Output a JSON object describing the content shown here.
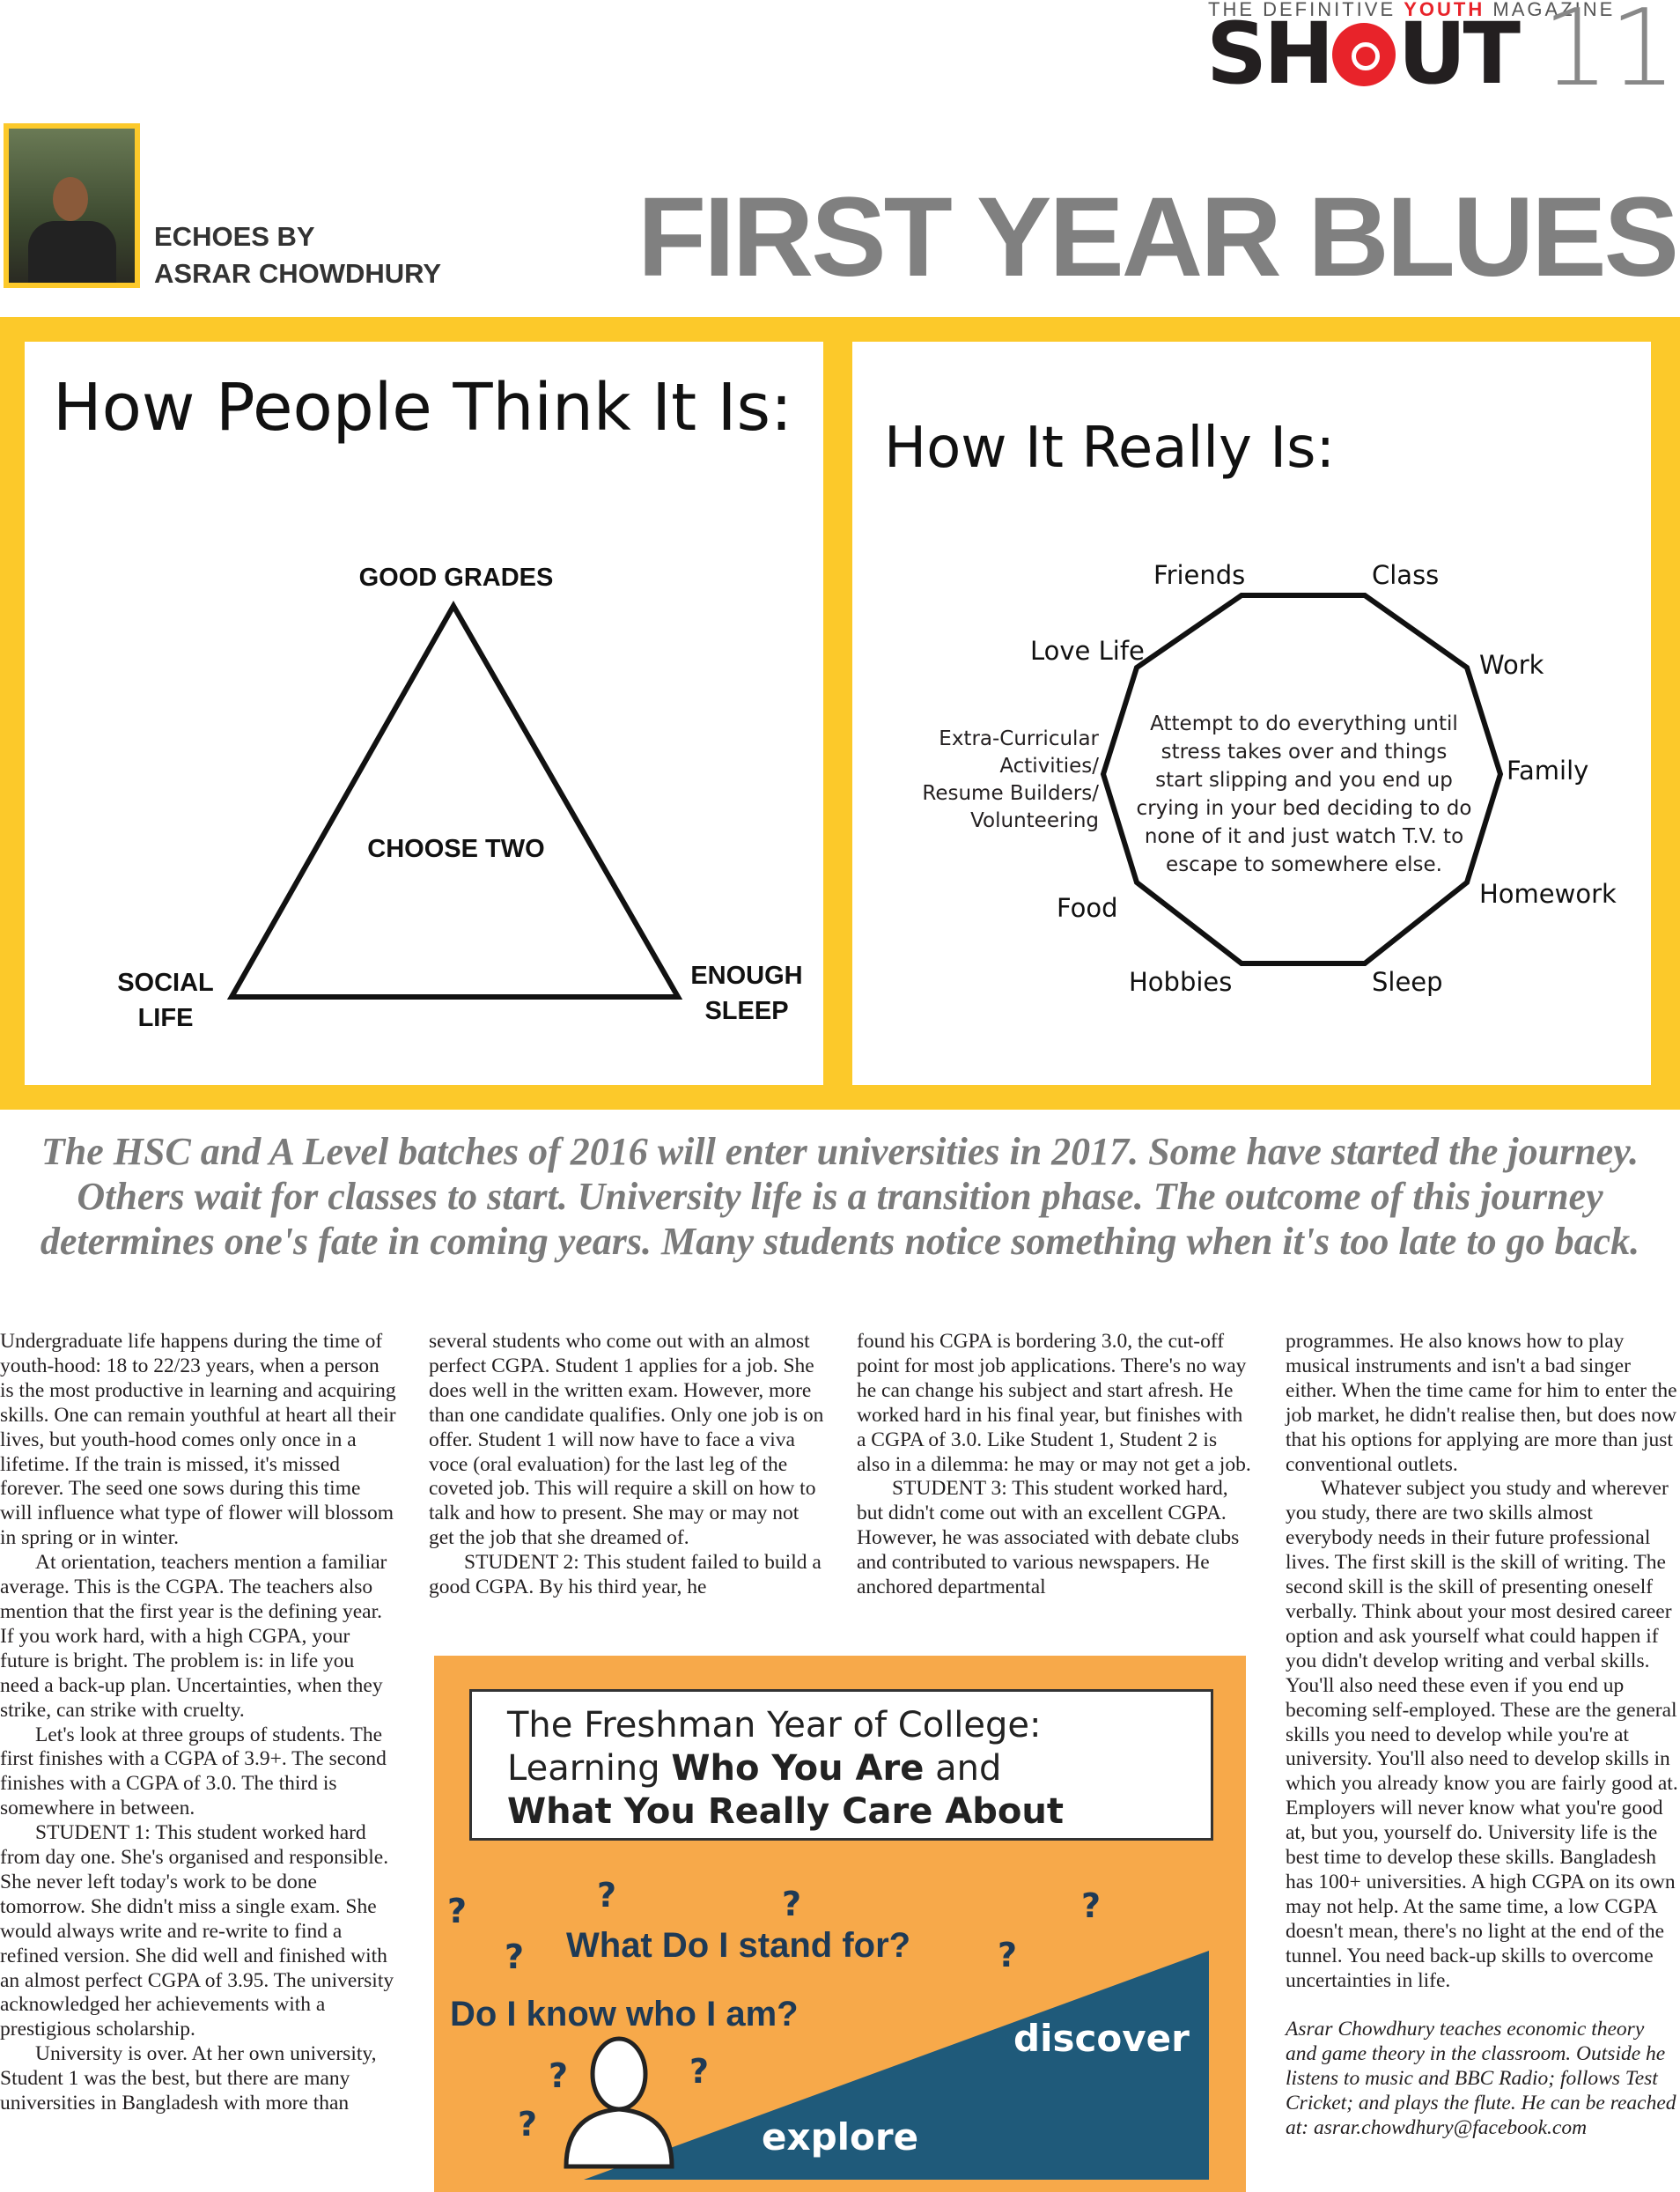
{
  "header": {
    "tagline_pre": "THE DEFINITIVE ",
    "tagline_accent": "YOUTH",
    "tagline_post": " MAGAZINE",
    "logo": "SHOUT",
    "logo_pre": "SH",
    "logo_post": "UT",
    "page_number": "11"
  },
  "byline": {
    "line1": "ECHOES BY",
    "line2": "ASRAR CHOWDHURY"
  },
  "title": "FIRST YEAR BLUES",
  "diagram_left": {
    "title": "How People Think It Is:",
    "top": "GOOD GRADES",
    "center": "CHOOSE TWO",
    "left_1": "SOCIAL",
    "left_2": "LIFE",
    "right_1": "ENOUGH",
    "right_2": "SLEEP"
  },
  "diagram_right": {
    "title": "How It Really Is:",
    "labels": {
      "friends": "Friends",
      "class": "Class",
      "work": "Work",
      "family": "Family",
      "homework": "Homework",
      "sleep": "Sleep",
      "hobbies": "Hobbies",
      "food": "Food",
      "love_life": "Love Life",
      "extra_1": "Extra-Curricular",
      "extra_2": "Activities/",
      "extra_3": "Resume Builders/",
      "extra_4": "Volunteering"
    },
    "center": "Attempt to do everything until stress takes over and things start slipping and you end up crying in your bed deciding to do none of it and just watch T.V. to escape to somewhere else."
  },
  "deck": "The HSC and A Level batches of 2016 will enter universities in 2017. Some have started the journey. Others wait for classes to start. University life is a transition phase. The outcome of this journey determines one's fate in coming years. Many students notice something when it's too late to go back.",
  "body": {
    "col1": [
      "Undergraduate life happens during the time of youth-hood: 18 to 22/23 years, when a person is the most productive in learning and acquiring skills. One can remain youthful at heart all their lives, but youth-hood comes only once in a lifetime. If the train is missed, it's missed forever. The seed one sows during this time will influence what type of flower will blossom in spring or in winter.",
      "At orientation, teachers mention a familiar average. This is the CGPA. The teachers also mention that the first year is the defining year. If you work hard, with a high CGPA, your future is bright. The problem is: in life you need a back-up plan. Uncertainties, when they strike, can strike with cruelty.",
      "Let's look at three groups of students. The first finishes with a CGPA of 3.9+. The second finishes with a CGPA of 3.0. The third is somewhere in between.",
      "STUDENT 1: This student worked hard from day one. She's organised and responsible. She never left today's work to be done tomorrow. She didn't miss a single exam. She would always write and re-write to find a refined version. She did well and finished with an almost perfect CGPA of 3.95. The university acknowledged her achievements with a prestigious scholarship.",
      "University is over. At her own university, Student 1 was the best, but there are many universities in Bangladesh with more than"
    ],
    "col2": [
      "several students who come out with an almost perfect CGPA. Student 1 applies for a job. She does well in the written exam. However, more than one candidate qualifies. Only one job is on offer. Student 1 will now have to face a viva voce (oral evaluation) for the last leg of the coveted job. This will require a skill on how to talk and how to present. She may or may not get the job that she dreamed of.",
      "STUDENT 2: This student failed to build a good CGPA. By his third year, he"
    ],
    "col3": [
      "found his CGPA is bordering 3.0, the cut-off point for most job applications. There's no way he can change his subject and start afresh. He worked hard in his final year, but finishes with a CGPA of 3.0. Like Student 1, Student 2 is also in a dilemma: he may or may not get a job.",
      "STUDENT 3: This student worked hard, but didn't come out with an excellent CGPA. However, he was associated with debate clubs and contributed to various newspapers. He anchored departmental"
    ],
    "col4": [
      "programmes. He also knows how to play musical instruments and isn't a bad singer either. When the time came for him to enter the job market, he didn't realise then, but does now that his options for applying are more than just conventional outlets.",
      "Whatever subject you study and wherever you study, there are two skills almost everybody needs in their future professional lives. The first skill is the skill of writing. The second skill is the skill of presenting oneself verbally. Think about your most desired career option and ask yourself what could happen if you didn't develop writing and verbal skills. You'll also need these even if you end up becoming self-employed. These are the general skills you need to develop while you're at university. You'll also need to develop skills in which you already know you are fairly good at. Employers will never know what you're good at, but you, yourself do. University life is the best time to develop these skills. Bangladesh has 100+ universities. A high CGPA on its own may not help. At the same time, a low CGPA doesn't mean, there's no light at the end of the tunnel. You need back-up skills to overcome uncertainties in life."
    ],
    "bio": "Asrar Chowdhury teaches economic theory and game theory in the classroom. Outside he listens to music and BBC Radio; follows Test Cricket; and plays the flute. He can be reached at: asrar.chowdhury@facebook.com"
  },
  "infographic": {
    "line1": "The Freshman Year of College:",
    "line2_pre": "Learning ",
    "line2_bold": "Who You Are",
    "line2_post": " and",
    "line3": "What You Really Care About",
    "q1": "What Do I stand for?",
    "q2": "Do I know who I am?",
    "discover": "discover",
    "explore": "explore",
    "qmark": "?"
  },
  "colors": {
    "yellow": "#fcc92a",
    "orange": "#f7a94a",
    "navy": "#1f5a7a",
    "title_gray": "#808080",
    "red": "#e8232a"
  }
}
